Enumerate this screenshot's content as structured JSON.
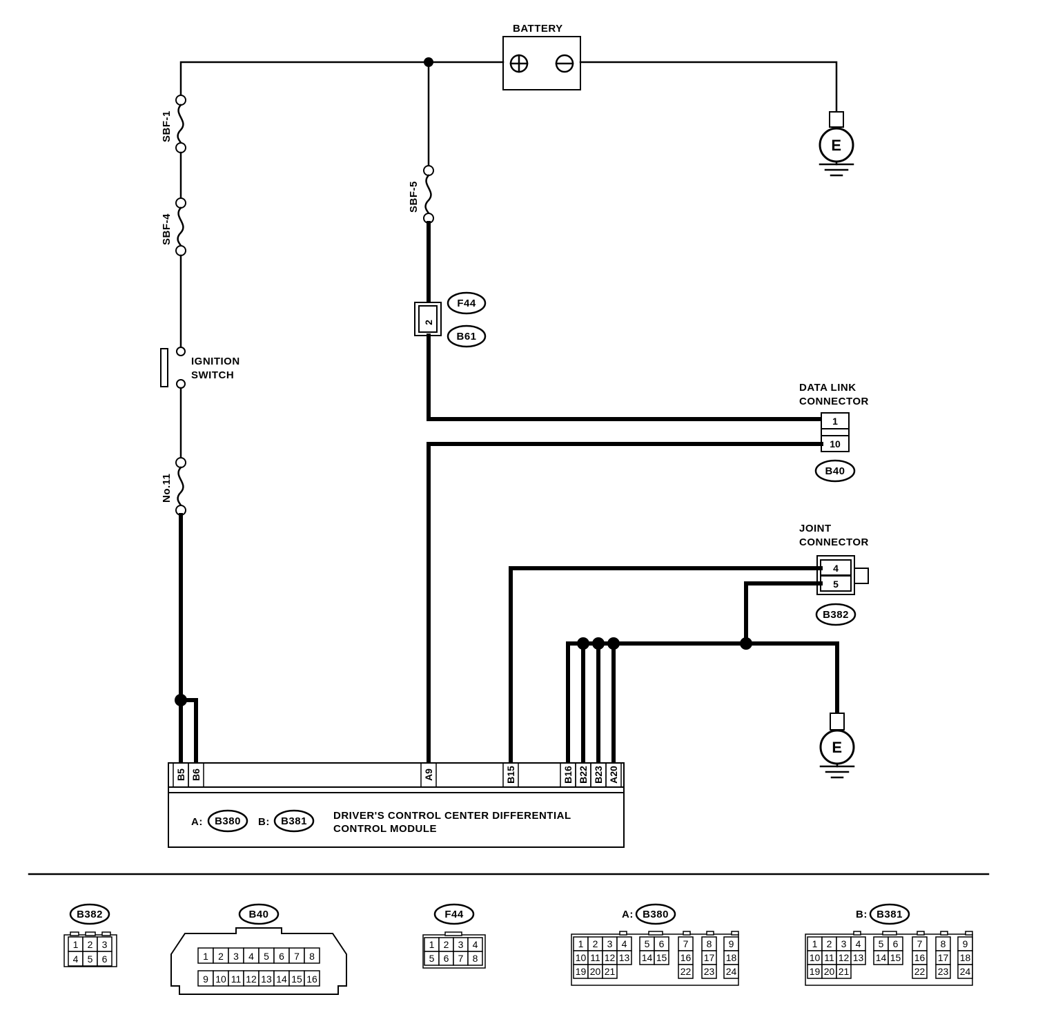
{
  "labels": {
    "battery": "BATTERY",
    "sbf1": "SBF-1",
    "sbf4": "SBF-4",
    "sbf5": "SBF-5",
    "no11": "No.11",
    "ignition_line1": "IGNITION",
    "ignition_line2": "SWITCH",
    "dlc_line1": "DATA LINK",
    "dlc_line2": "CONNECTOR",
    "joint_line1": "JOINT",
    "joint_line2": "CONNECTOR",
    "module_line1": "DRIVER'S CONTROL CENTER DIFFERENTIAL",
    "module_line2": "CONTROL MODULE",
    "ground": "E",
    "prefix_a": "A:",
    "prefix_b": "B:"
  },
  "connector_ids": {
    "f44": "F44",
    "b61": "B61",
    "b40": "B40",
    "b382": "B382",
    "b380": "B380",
    "b381": "B381"
  },
  "pins": {
    "f44_b61": "2",
    "dlc_1": "1",
    "dlc_10": "10",
    "joint_4": "4",
    "joint_5": "5",
    "module": [
      "B5",
      "B6",
      "A9",
      "B15",
      "B16",
      "B22",
      "B23",
      "A20"
    ]
  },
  "connector_faces": {
    "b382": [
      [
        "1",
        "2",
        "3"
      ],
      [
        "4",
        "5",
        "6"
      ]
    ],
    "b40": [
      [
        "1",
        "2",
        "3",
        "4",
        "5",
        "6",
        "7",
        "8"
      ],
      [
        "9",
        "10",
        "11",
        "12",
        "13",
        "14",
        "15",
        "16"
      ]
    ],
    "f44": [
      [
        "1",
        "2",
        "3",
        "4"
      ],
      [
        "5",
        "6",
        "7",
        "8"
      ]
    ],
    "b380": [
      [
        "1",
        "2",
        "3",
        "4",
        "5",
        "6",
        "7",
        "8",
        "9"
      ],
      [
        "10",
        "11",
        "12",
        "13",
        "14",
        "15",
        "16",
        "17",
        "18"
      ],
      [
        "19",
        "20",
        "21",
        "22",
        "23",
        "24"
      ]
    ],
    "b381": [
      [
        "1",
        "2",
        "3",
        "4",
        "5",
        "6",
        "7",
        "8",
        "9"
      ],
      [
        "10",
        "11",
        "12",
        "13",
        "14",
        "15",
        "16",
        "17",
        "18"
      ],
      [
        "19",
        "20",
        "21",
        "22",
        "23",
        "24"
      ]
    ]
  }
}
